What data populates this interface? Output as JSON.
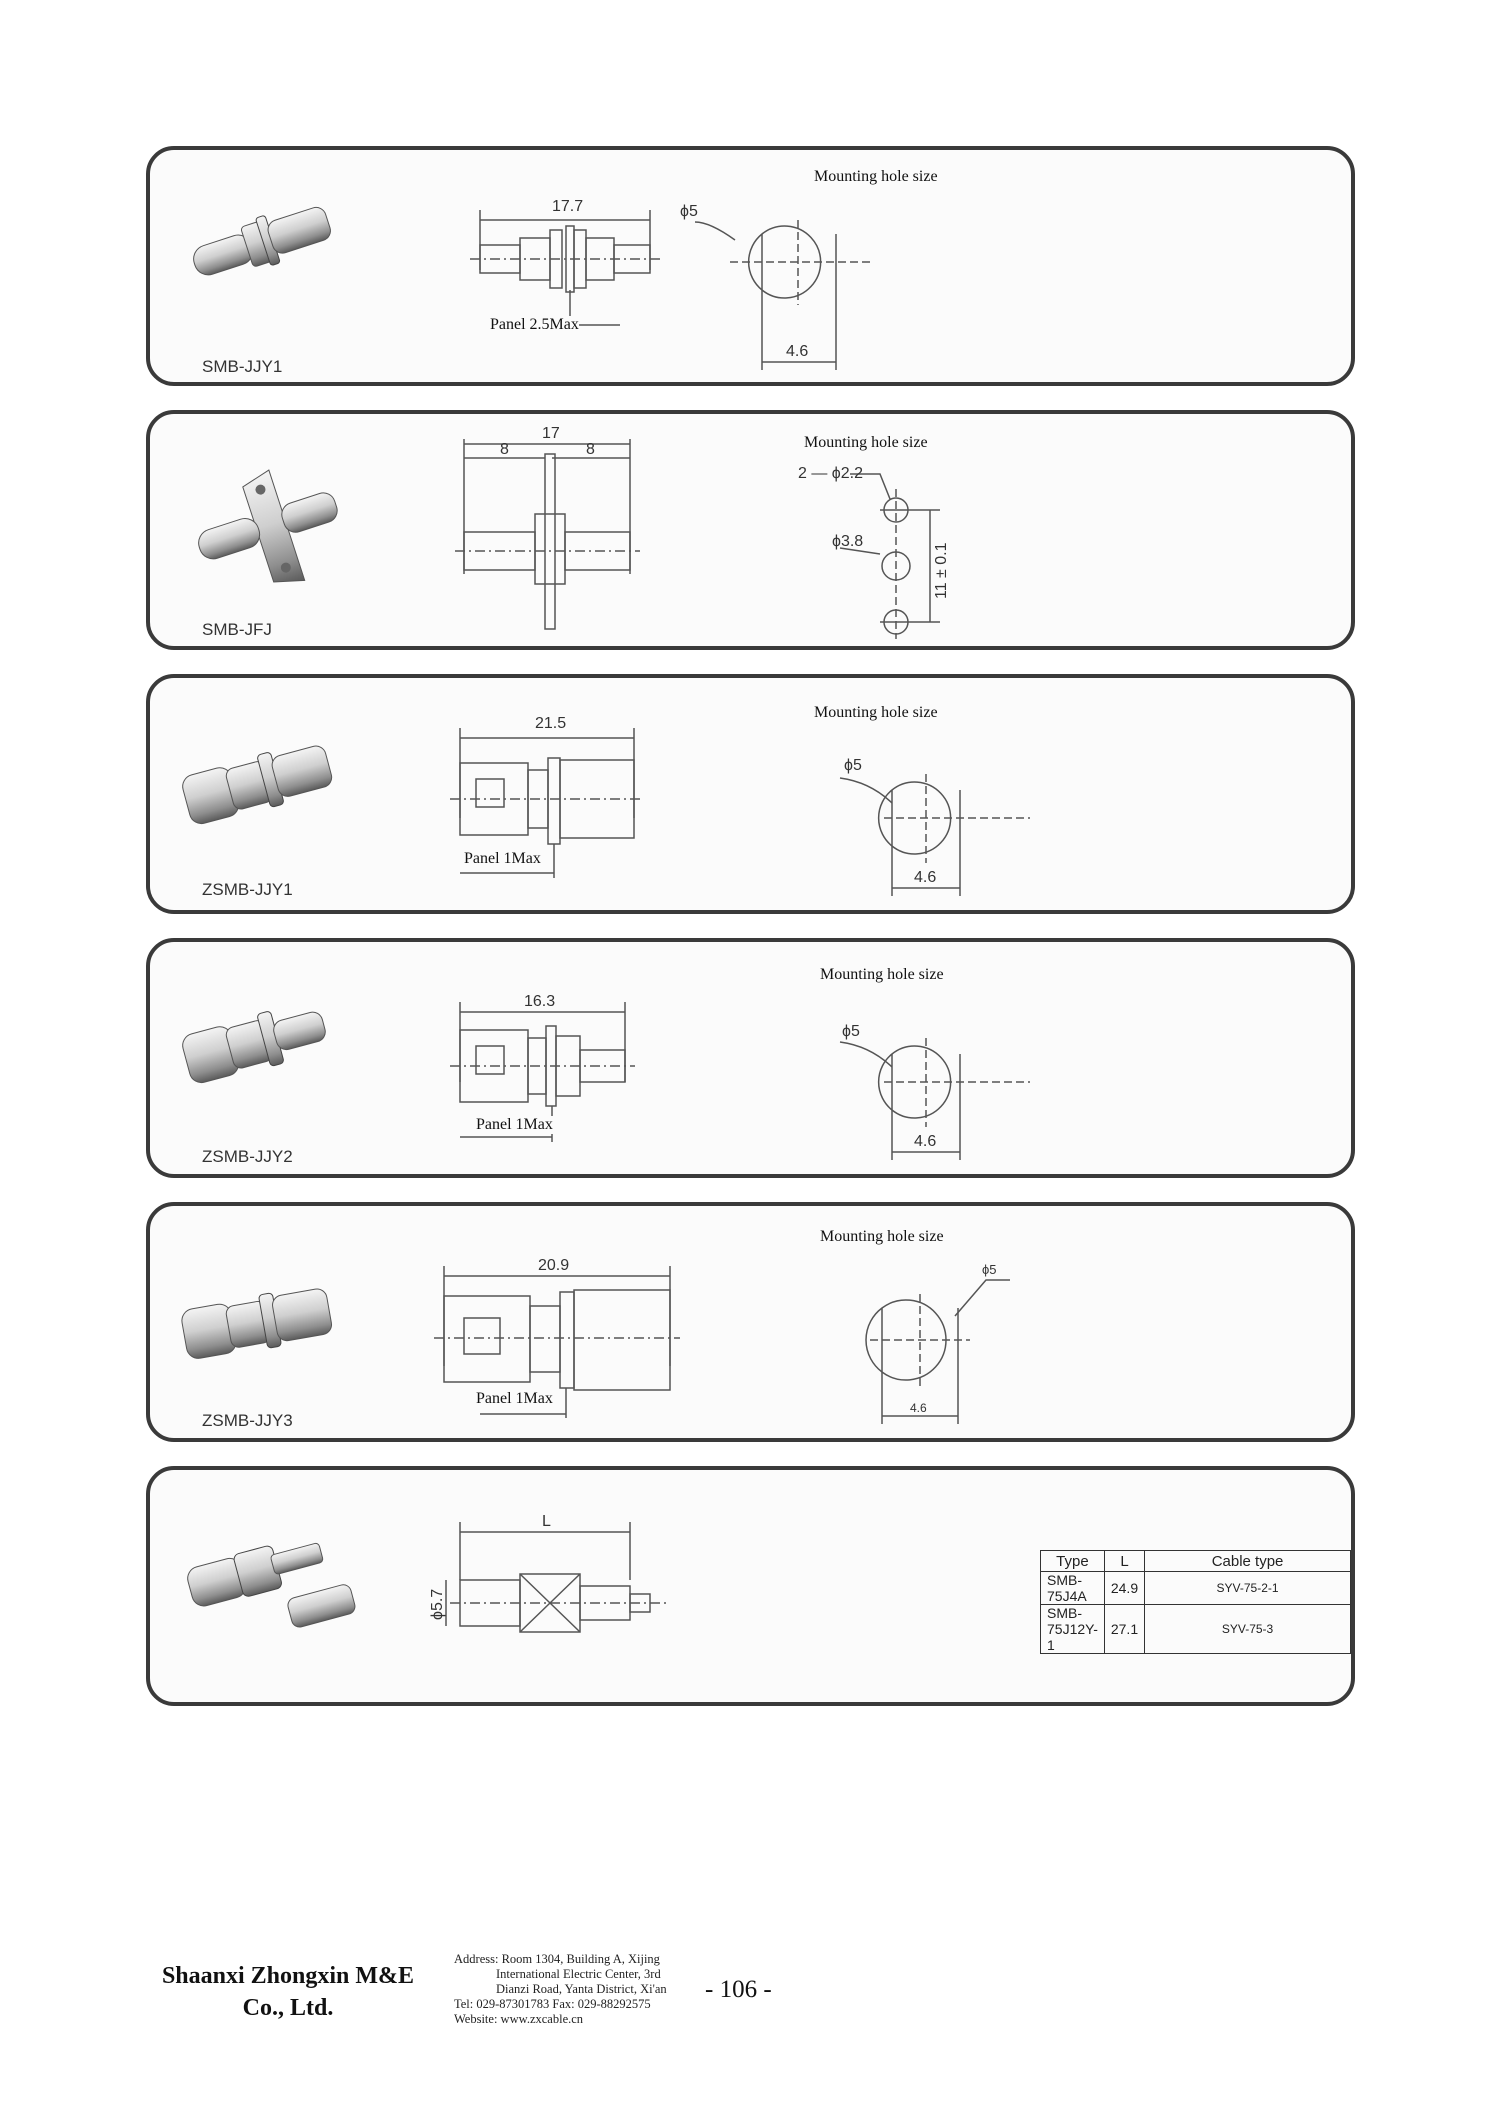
{
  "panels": [
    {
      "model": "SMB-JJY1",
      "mounting_label": "Mounting hole size",
      "length": "17.7",
      "panel_note": "Panel 2.5Max",
      "hole_diameter": "ϕ5",
      "hole_flat": "4.6"
    },
    {
      "model": "SMB-JFJ",
      "mounting_label": "Mounting hole size",
      "total": "17",
      "left": "8",
      "right": "8",
      "holes": "2 — ϕ2.2",
      "center_hole": "ϕ3.8",
      "spacing": "11 ± 0.1"
    },
    {
      "model": "ZSMB-JJY1",
      "mounting_label": "Mounting hole size",
      "length": "21.5",
      "panel_note": "Panel 1Max",
      "hole_diameter": "ϕ5",
      "hole_flat": "4.6"
    },
    {
      "model": "ZSMB-JJY2",
      "mounting_label": "Mounting hole size",
      "length": "16.3",
      "panel_note": "Panel 1Max",
      "hole_diameter": "ϕ5",
      "hole_flat": "4.6"
    },
    {
      "model": "ZSMB-JJY3",
      "mounting_label": "Mounting hole size",
      "length": "20.9",
      "panel_note": "Panel 1Max",
      "hole_diameter": "ϕ5",
      "hole_flat": "4.6"
    }
  ],
  "crimp": {
    "length_label": "L",
    "diameter": "ϕ5.7",
    "table": {
      "headers": [
        "Type",
        "L",
        "Cable type"
      ],
      "rows": [
        [
          "SMB-75J4A",
          "24.9",
          "SYV-75-2-1"
        ],
        [
          "SMB-75J12Y-1",
          "27.1",
          "SYV-75-3"
        ]
      ]
    }
  },
  "footer": {
    "company_line1": "Shaanxi Zhongxin M&E",
    "company_line2": "Co., Ltd.",
    "address_line1": "Address: Room 1304, Building A, Xijing",
    "address_line2": "International Electric Center, 3rd",
    "address_line3": "Dianzi Road, Yanta District, Xi'an",
    "tel": "Tel: 029-87301783    Fax: 029-88292575",
    "website": "Website: www.zxcable.cn",
    "page": "- 106 -"
  }
}
